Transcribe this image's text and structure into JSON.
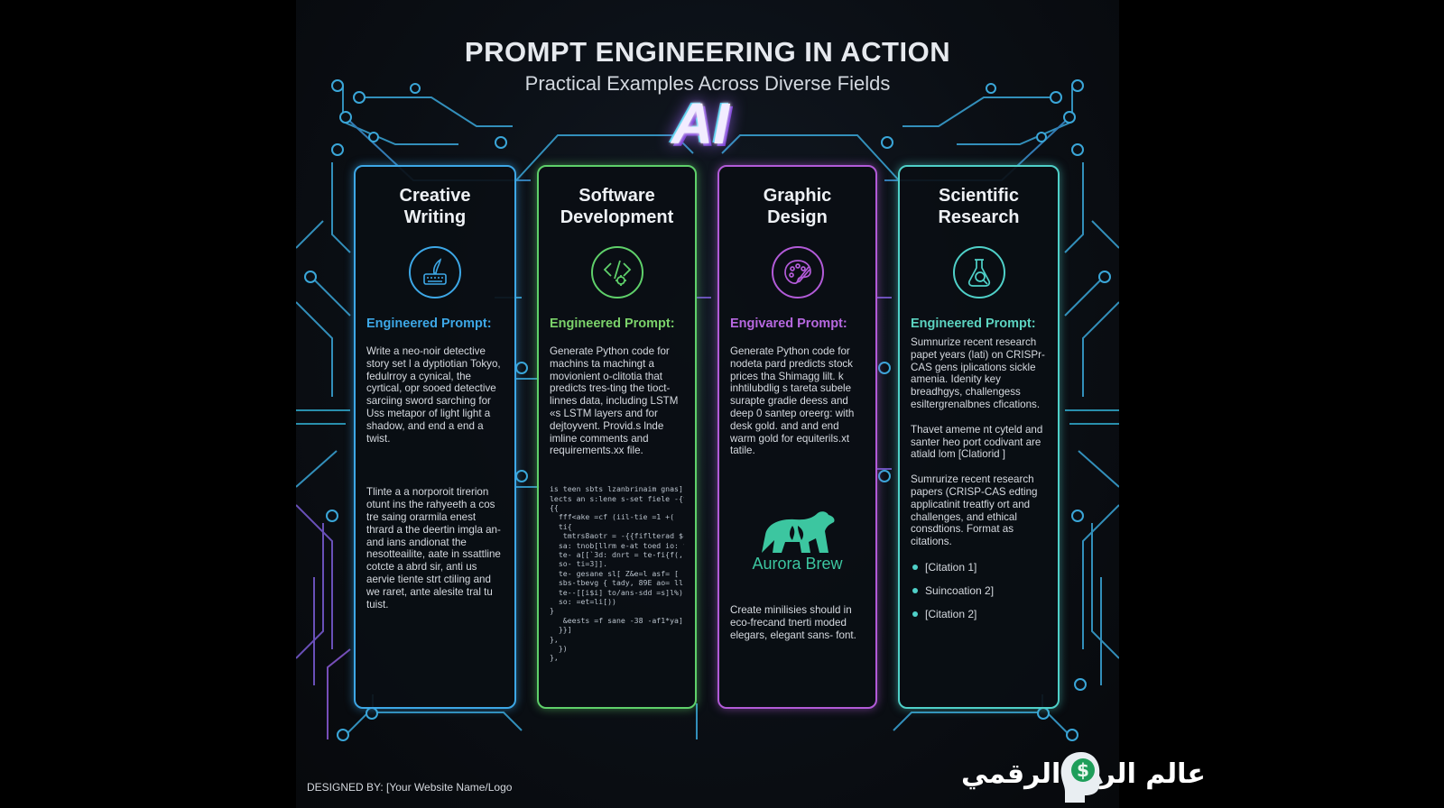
{
  "header": {
    "title": "PROMPT ENGINEERING IN ACTION",
    "subtitle": "Practical Examples Across Diverse Fields",
    "badge": "AI"
  },
  "colors": {
    "background": "#0b0f15",
    "creative_writing": "#3da7e6",
    "software_development": "#5fd06a",
    "graphic_design": "#b25bd8",
    "scientific_research": "#4fd0c8"
  },
  "cards": [
    {
      "title_line1": "Creative",
      "title_line2": "Writing",
      "icon": "quill-keyboard-icon",
      "prompt_label": "Engineered Prompt:",
      "text1": "Write a neo-noir detective story set l a dyptiotian Tokyo, fedulrroy a cynical, the cyrtical, opr sooed detective sarciing sword sarching for Uss metapor of light light a shadow, and end a end a twist.",
      "text2": "Tlinte a a norporoit tirerion otunt ins the rahyeeth a cos tre saing orarmila enest thrard a the deertin imgla an- and ians andionat the nesotteailite, aate in ssattline cotcte a abrd sir, anti us aervie tiente strt ctiling and we raret, ante alesite tral tu tuist."
    },
    {
      "title_line1": "Software",
      "title_line2": "Development",
      "icon": "code-gear-icon",
      "prompt_label": "Engineered Prompt:",
      "text1": "Generate Python code for machins ta machingt a movionient o-clitotia that predicts tres-ting the tioct-linnes data, including LSTM «s LSTM layers and for dejtoyvent. Provid.s lnde imline comments and requirements.xx file.",
      "code": "is teen sbts lzanbrinaim gnas]\nlects an s:lene s-set fiele -{f\n{{\n  fff<ake =cf (iil-tie =1 +(\n  ti{\n   tmtrs8aotr = -{{fiflterad ${\n  sa: tnob[llrm e-at toed io: fats]\n  te- a[[`3d: dnrt = te-fi{f(,\n  so- ti=3]].\n  te- gesane sl[ Z&e=l asf= [\n  sbs-tbevg { tady, 89E ao= ll,\n  te--[[i$i] to/ans-sdd =s]l%);\n  so: =et=li[))\n}\n   &eests =f sane -38 -af1*ya]\n  }}]\n},\n  })\n},"
    },
    {
      "title_line1": "Graphic",
      "title_line2": "Design",
      "icon": "palette-brush-icon",
      "prompt_label": "Engivared Prompt:",
      "text1": "Generate Python code for nodeta pard predicts stock prices tha Shimagg lilt. k inhtilubdlig s tareta subele surapte gradie deess and deep 0 santep oreerg: with desk gold. and and end warm gold for equiterils.xt tatile.",
      "brand": "Aurora Brew",
      "text2": "Create minilisies should in eco-frecand tnerti moded elegars, elegant sans- font."
    },
    {
      "title_line1": "Scientific",
      "title_line2": "Research",
      "icon": "flask-magnifier-icon",
      "prompt_label": "Engineered Prompt:",
      "text1": "Sumnurize recent research papet years (lati) on CRISPr-CAS gens iplications sickle amenia. Idenity key breadhgys, challengess esiltergrenalbnes cfications.",
      "text2": "Thavet ameme nt cyteld and santer heo port codivant are atiald lom [Clatiorid ]",
      "text3": "Sumrurize recent research papers (CRISP-CAS edting applicatinit treatfiy ort and challenges, and ethical consdtions. Format as citations.",
      "citations": [
        "[Citation 1]",
        "Suincoation 2]",
        "[Citation 2]"
      ]
    }
  ],
  "footer": {
    "designed_by": "DESIGNED BY: [Your Website Name/Logo",
    "arabic_brand": "عالم الربح الرقمي",
    "logo_icon": "dollar-head-icon"
  }
}
